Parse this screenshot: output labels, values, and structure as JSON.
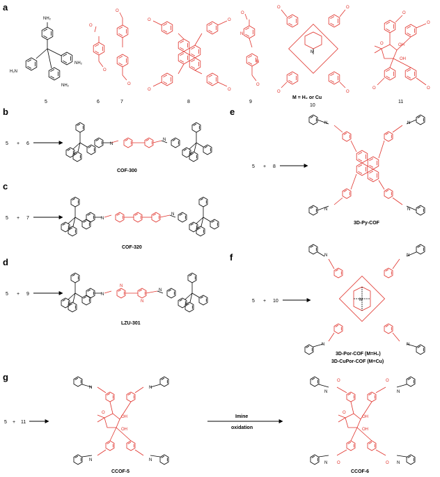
{
  "panels": {
    "a": "a",
    "b": "b",
    "c": "c",
    "d": "d",
    "e": "e",
    "f": "f",
    "g": "g"
  },
  "compounds": {
    "c5": "5",
    "c6": "6",
    "c7": "7",
    "c8": "8",
    "c9": "9",
    "c10": "10",
    "c11": "11"
  },
  "metal_note": "M = H₂ or Cu",
  "reactions": {
    "b": {
      "left": "5",
      "plus": "+",
      "right": "6",
      "product": "COF-300"
    },
    "c": {
      "left": "5",
      "plus": "+",
      "right": "7",
      "product": "COF-320"
    },
    "d": {
      "left": "5",
      "plus": "+",
      "right": "9",
      "product": "LZU-301"
    },
    "e": {
      "left": "5",
      "plus": "+",
      "right": "8",
      "product": "3D-Py-COF"
    },
    "f": {
      "left": "5",
      "plus": "+",
      "right": "10",
      "product": "3D-Por-COF (M=H₂)",
      "product2": "3D-CuPor-COF (M=Cu)"
    },
    "g": {
      "left": "5",
      "plus": "+",
      "right": "11",
      "product": "CCOF-5",
      "step1": "Imine",
      "step2": "oxidation",
      "final": "CCOF-6"
    }
  },
  "atoms": {
    "nh2": "NH₂",
    "h2n": "H₂N",
    "o": "O",
    "n": "N",
    "m": "M",
    "oh": "OH"
  },
  "colors": {
    "linker": "#e0312a",
    "node": "#000000"
  }
}
